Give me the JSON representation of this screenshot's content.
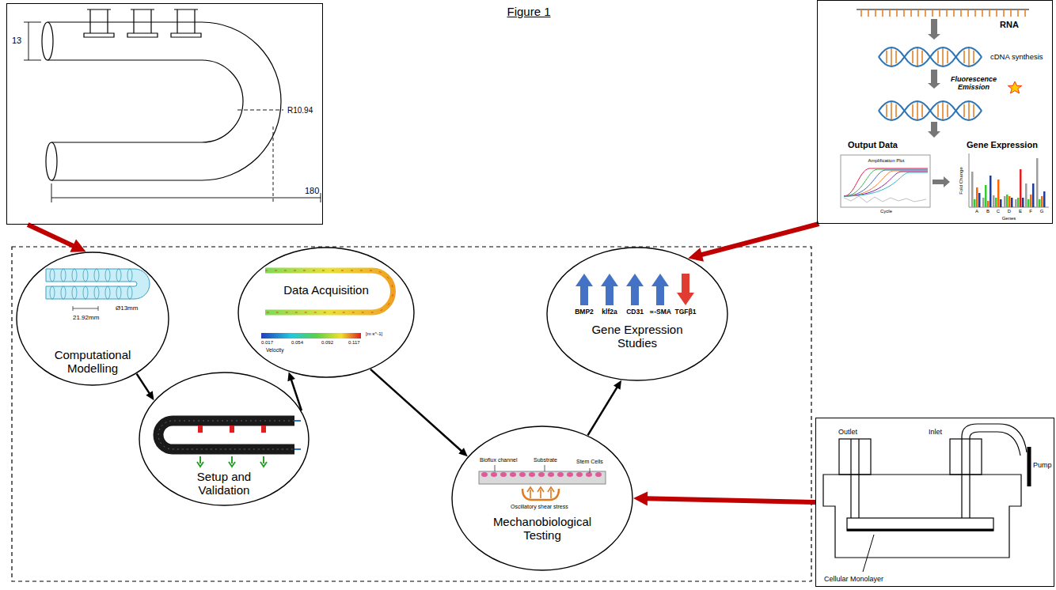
{
  "diagram": {
    "title": "Figure 1",
    "nodes": [
      {
        "text": [
          "13",
          "R10.94",
          "180"
        ]
      },
      {
        "text": [
          "RNA",
          "cDNA synthesis",
          "Fluorescence Emission",
          "Output Data",
          "Amplification Plot",
          "Cycle",
          "Gene Expression",
          "Fold Change",
          "Genes",
          "A",
          "B",
          "C",
          "D",
          "E",
          "F",
          "G"
        ]
      },
      {
        "text": [
          "21.92mm",
          "Ø13mm",
          "Computational Modelling"
        ]
      },
      {
        "text": [
          "Data Acquisition",
          "0.017",
          "0.054",
          "0.092",
          "0.117",
          "[m s^-1]",
          "Velocity"
        ]
      },
      {
        "text": [
          "BMP2",
          "klf2a",
          "CD31",
          "∝-SMA",
          "TGFβ1",
          "Gene Expression Studies"
        ]
      },
      {
        "text": [
          "Setup and Validation"
        ]
      },
      {
        "text": [
          "Bioflux channel",
          "Substrate",
          "Stem Cells",
          "Oscillatory shear stress",
          "Mechanobiological Testing"
        ]
      },
      {
        "text": [
          "Outlet",
          "Inlet",
          "Pump",
          "Cellular Monolayer"
        ]
      }
    ],
    "edges": [
      {
        "from": 0,
        "to": 2,
        "arrow": "to"
      },
      {
        "from": 2,
        "to": 5,
        "arrow": "to"
      },
      {
        "from": 5,
        "to": 3,
        "arrow": "to"
      },
      {
        "from": 3,
        "to": 6,
        "arrow": "to"
      },
      {
        "from": 6,
        "to": 4,
        "arrow": "to"
      },
      {
        "from": 1,
        "to": 4,
        "arrow": "to"
      },
      {
        "from": 7,
        "to": 6,
        "arrow": "to"
      }
    ]
  }
}
